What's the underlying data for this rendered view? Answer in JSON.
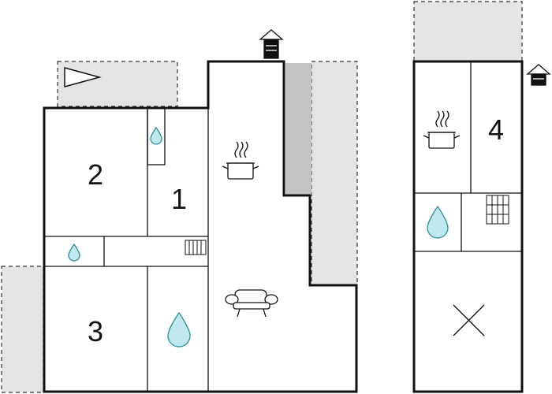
{
  "rooms": [
    {
      "id": "1",
      "label": "1"
    },
    {
      "id": "2",
      "label": "2"
    },
    {
      "id": "3",
      "label": "3"
    },
    {
      "id": "4",
      "label": "4"
    }
  ],
  "icons": [
    "water-drop-icon",
    "cooking-pot-icon",
    "sofa-icon",
    "radiator-icon",
    "entrance-door-icon",
    "parking-x-icon",
    "direction-arrow-icon"
  ],
  "colors": {
    "wall": "#111111",
    "outdoor_area": "#e4e4e4",
    "dark_area": "#c3c3c3",
    "water": "#bfe9ee",
    "water_stroke": "#2b8f9b"
  }
}
